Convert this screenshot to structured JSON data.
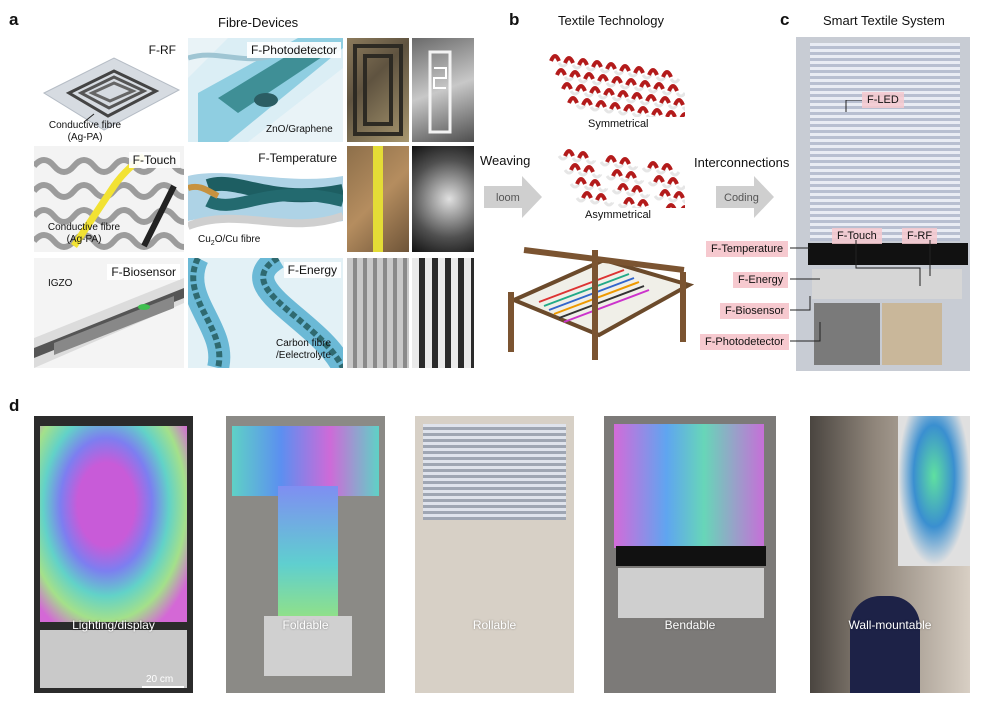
{
  "panels": {
    "a": "a",
    "b": "b",
    "c": "c",
    "d": "d"
  },
  "titles": {
    "fibre_devices": "Fibre-Devices",
    "textile_technology": "Textile Technology",
    "smart_textile_system": "Smart Textile System"
  },
  "devices": {
    "rf": {
      "name": "F-RF",
      "note": "Conductive fibre\n(Ag-PA)"
    },
    "photodetector": {
      "name": "F-Photodetector",
      "note": "ZnO/Graphene"
    },
    "touch": {
      "name": "F-Touch",
      "note": "Conductive fibre\n(Ag-PA)"
    },
    "temperature": {
      "name": "F-Temperature",
      "note_main": "Cu",
      "note_sub": "2",
      "note_rest": "O/Cu fibre"
    },
    "biosensor": {
      "name": "F-Biosensor",
      "note": "IGZO"
    },
    "energy": {
      "name": "F-Energy",
      "note": "Carbon fibre\n/Eelectrolyte"
    }
  },
  "flow": {
    "weaving": "Weaving",
    "loom": "loom",
    "interconnections": "Interconnections",
    "coding": "Coding",
    "symmetrical": "Symmetrical",
    "asymmetrical": "Asymmetrical"
  },
  "system_labels": {
    "led": "F-LED",
    "touch": "F-Touch",
    "rf": "F-RF",
    "temperature": "F-Temperature",
    "energy": "F-Energy",
    "biosensor": "F-Biosensor",
    "photodetector": "F-Photodetector"
  },
  "photos_d": {
    "p1": "Lighting/display",
    "p2": "Foldable",
    "p3": "Rollable",
    "p4": "Bendable",
    "p5": "Wall-mountable",
    "scale": "20 cm"
  },
  "colors": {
    "teal": "#3f8f96",
    "light_blue": "#cfe6ef",
    "pink": "#f6c9cf",
    "red_yarn": "#b31b1b",
    "arrow_grey": "#cfcfcf"
  }
}
